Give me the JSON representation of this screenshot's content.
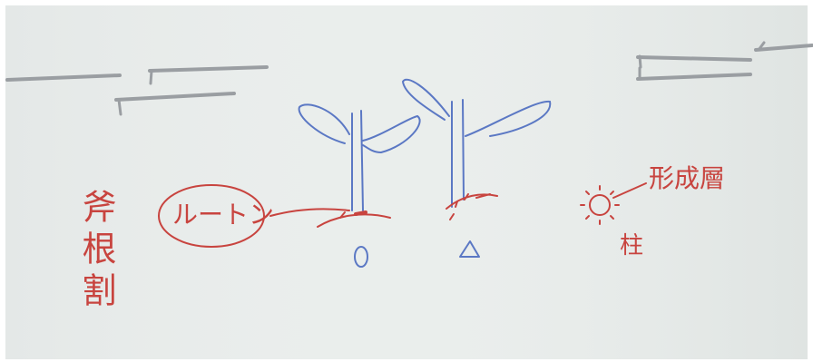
{
  "board": {
    "left_label": "斧\n根\n割",
    "circled_text": "ルートン",
    "upper_right_text": "形成層",
    "lower_right_text": "柱"
  },
  "colors": {
    "board": "#e8ecea",
    "red_marker": "#c8443f",
    "blue_marker": "#5b78c4",
    "tray": "#9a9ea2"
  }
}
